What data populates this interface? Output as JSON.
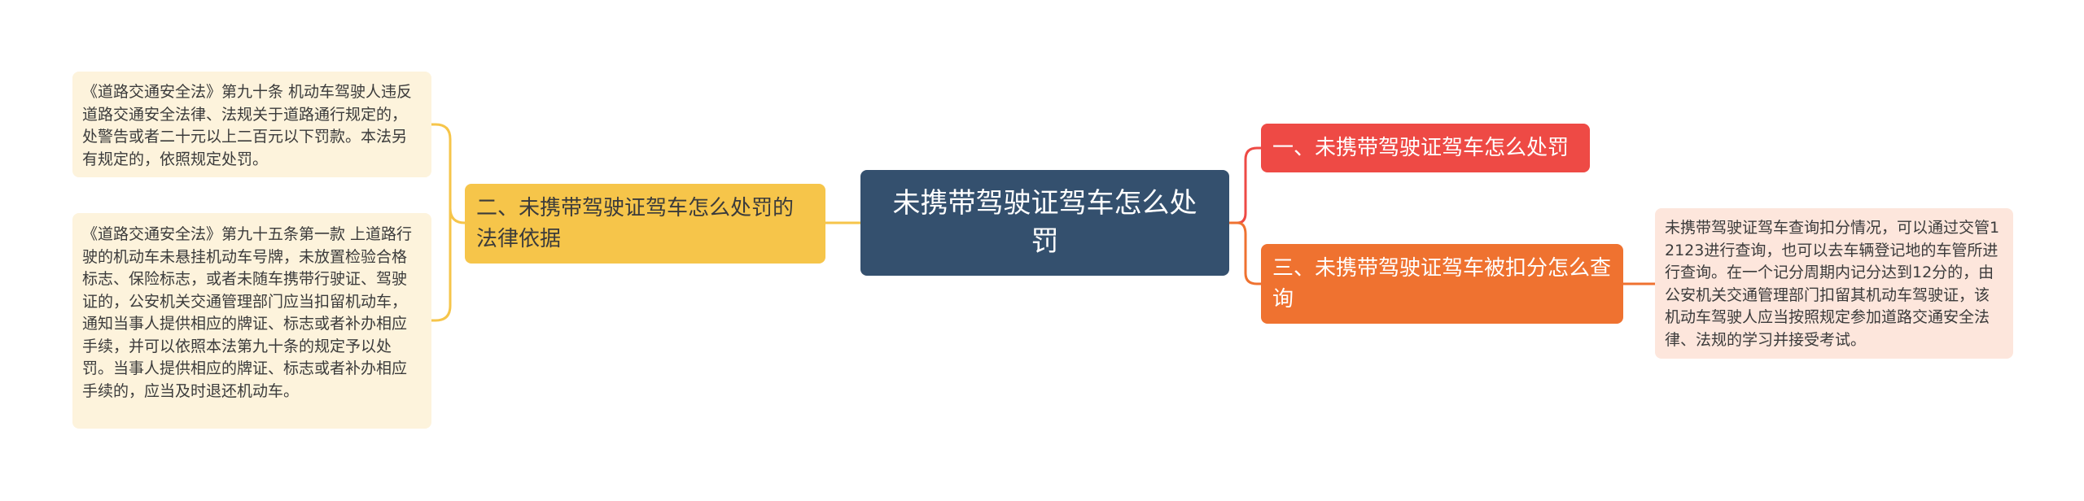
{
  "center": {
    "title": "未携带驾驶证驾车怎么处罚"
  },
  "left": {
    "branch": {
      "label": "二、未携带驾驶证驾车怎么处罚的法律依据"
    },
    "notes": [
      "《道路交通安全法》第九十条 机动车驾驶人违反道路交通安全法律、法规关于道路通行规定的，处警告或者二十元以上二百元以下罚款。本法另有规定的，依照规定处罚。",
      "《道路交通安全法》第九十五条第一款 上道路行驶的机动车未悬挂机动车号牌，未放置检验合格标志、保险标志，或者未随车携带行驶证、驾驶证的，公安机关交通管理部门应当扣留机动车，通知当事人提供相应的牌证、标志或者补办相应手续，并可以依照本法第九十条的规定予以处罚。当事人提供相应的牌证、标志或者补办相应手续的，应当及时退还机动车。"
    ]
  },
  "right": {
    "branch1": {
      "label": "一、未携带驾驶证驾车怎么处罚"
    },
    "branch3": {
      "label": "三、未携带驾驶证驾车被扣分怎么查询"
    },
    "note": "未携带驾驶证驾车查询扣分情况，可以通过交管12123进行查询，也可以去车辆登记地的车管所进行查询。在一个记分周期内记分达到12分的，由公安机关交通管理部门扣留其机动车驾驶证，该机动车驾驶人应当按照规定参加道路交通安全法律、法规的学习并接受考试。"
  },
  "colors": {
    "center": "#34506e",
    "left_branch": "#f6c54a",
    "right_branch1": "#ee4a45",
    "right_branch3": "#ef7230",
    "left_note_bg": "#fdf3dc",
    "right_note_bg": "#fde6dc"
  }
}
